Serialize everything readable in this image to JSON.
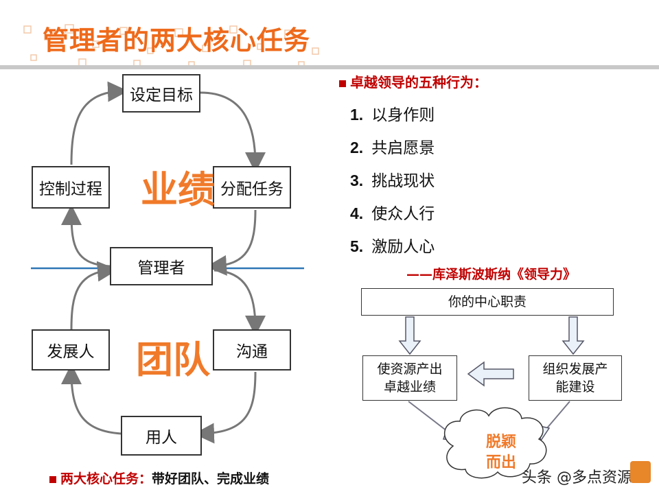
{
  "title": "管理者的两大核心任务",
  "cycle": {
    "top": "设定目标",
    "right_upper": "分配任务",
    "left_upper": "控制过程",
    "center": "管理者",
    "right_lower": "沟通",
    "left_lower": "发展人",
    "bottom": "用人",
    "upper_label": "业绩",
    "lower_label": "团队"
  },
  "behaviors": {
    "heading": "卓越领导的五种行为：",
    "items": [
      {
        "num": "1.",
        "text": "以身作则"
      },
      {
        "num": "2.",
        "text": "共启愿景"
      },
      {
        "num": "3.",
        "text": "挑战现状"
      },
      {
        "num": "4.",
        "text": "使众人行"
      },
      {
        "num": "5.",
        "text": "激励人心"
      }
    ],
    "attribution": "——库泽斯波斯纳《领导力》"
  },
  "flow": {
    "top_box": "你的中心职责",
    "left_box_line1": "使资源产出",
    "left_box_line2": "卓越业绩",
    "right_box_line1": "组织发展产",
    "right_box_line2": "能建设",
    "cloud_line1": "脱颖",
    "cloud_line2": "而出"
  },
  "footer": {
    "label": "两大核心任务：",
    "text": "带好团队、完成业绩"
  },
  "watermark": "头条 @多点资源",
  "colors": {
    "accent": "#ee6a1b",
    "red": "#c00000",
    "blue_line": "#2e75b6"
  }
}
